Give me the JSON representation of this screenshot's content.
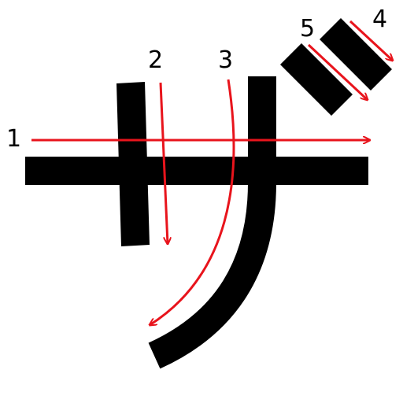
{
  "diagram": {
    "character": "ザ",
    "stroke_color": "#000000",
    "arrow_color": "#e8141c",
    "background_color": "#ffffff",
    "strokes": [
      {
        "order": "1",
        "name": "horizontal"
      },
      {
        "order": "2",
        "name": "left-vertical"
      },
      {
        "order": "3",
        "name": "right-curve"
      },
      {
        "order": "4",
        "name": "dakuten-upper"
      },
      {
        "order": "5",
        "name": "dakuten-lower"
      }
    ]
  }
}
